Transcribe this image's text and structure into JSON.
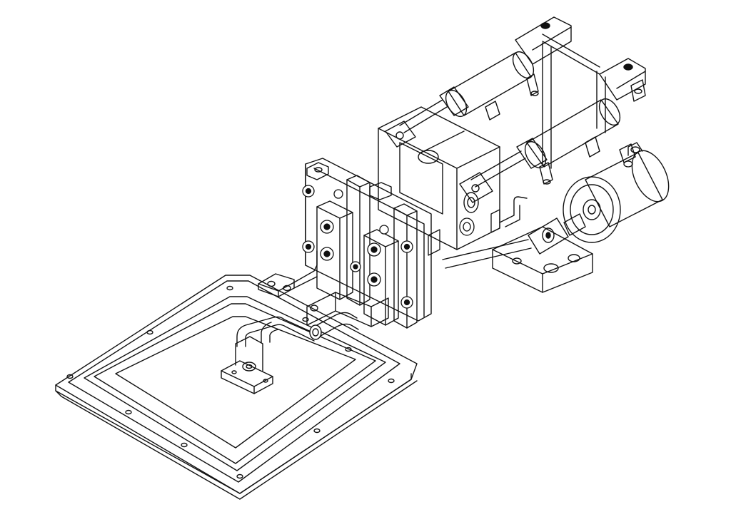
{
  "drawing": {
    "style": "isometric line drawing",
    "subject_description_hidden": true,
    "colors": {
      "background": "#ffffff",
      "line": "#111111",
      "fill": "#ffffff",
      "dark": "#111111"
    },
    "components": [
      {
        "id": "vacuum-plate",
        "icon": "base-plate"
      },
      {
        "id": "hose-loop",
        "icon": "tube"
      },
      {
        "id": "mounting-bracket",
        "icon": "bracket"
      },
      {
        "id": "clamp-module-left",
        "icon": "clamp-block"
      },
      {
        "id": "clamp-module-right",
        "icon": "clamp-block"
      },
      {
        "id": "pneumatic-cylinder-upper",
        "icon": "cylinder"
      },
      {
        "id": "pneumatic-cylinder-lower",
        "icon": "cylinder"
      },
      {
        "id": "rotary-actuator",
        "icon": "rotary-drum"
      },
      {
        "id": "linkage-rod",
        "icon": "rod"
      }
    ]
  }
}
